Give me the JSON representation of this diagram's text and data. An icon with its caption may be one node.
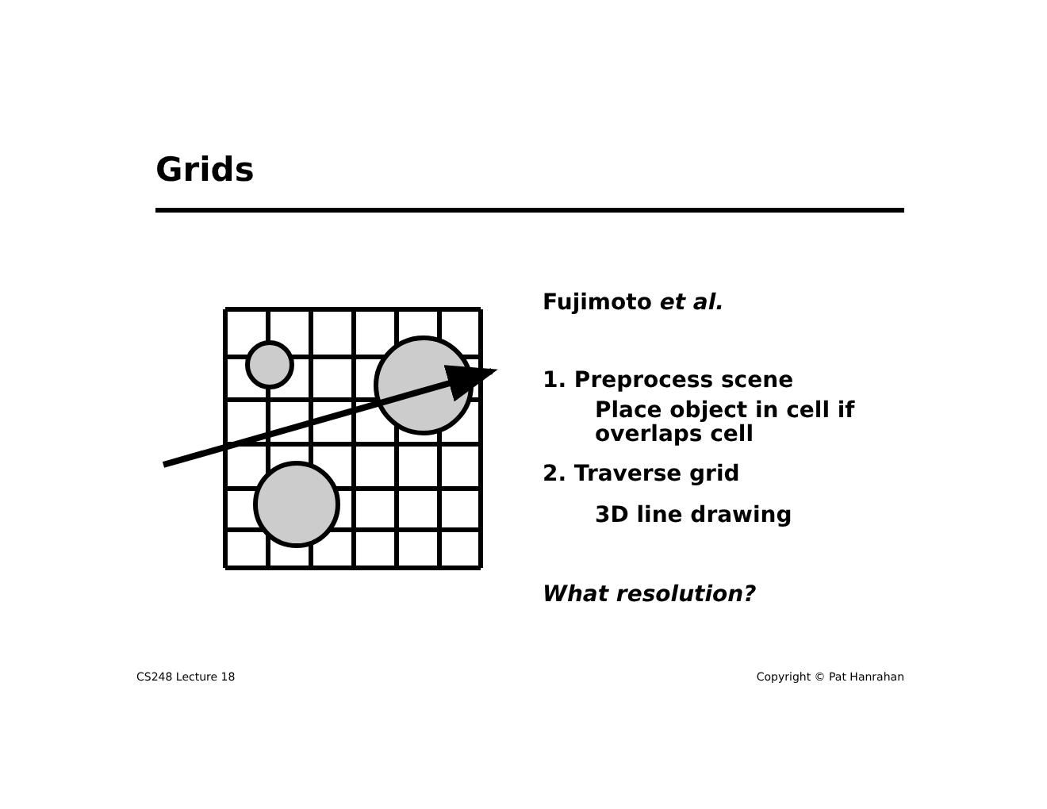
{
  "diagram": {
    "title": "Grids",
    "labels": [
      "Fujimoto *et al.*",
      "1. Preprocess scene",
      "Place object in cell if overlaps cell",
      "2. Traverse grid",
      "3D line drawing",
      "What resolution?",
      "CS248 Lecture 18",
      "Copyright © Pat Hanrahan"
    ]
  }
}
